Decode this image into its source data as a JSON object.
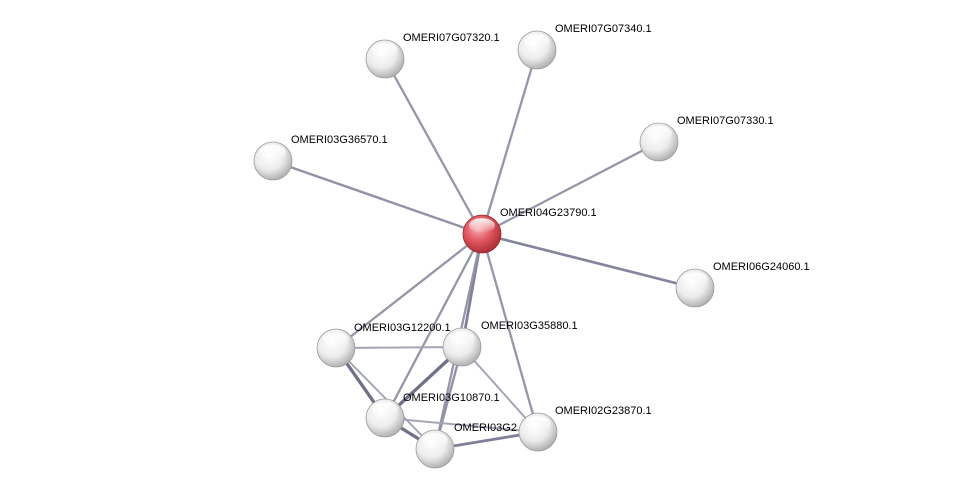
{
  "network": {
    "nodes": [
      {
        "id": "center",
        "label": "OMERI04G23790.1",
        "query": true
      },
      {
        "id": "n07320",
        "label": "OMERI07G07320.1"
      },
      {
        "id": "n07340",
        "label": "OMERI07G07340.1"
      },
      {
        "id": "n07330",
        "label": "OMERI07G07330.1"
      },
      {
        "id": "n36570",
        "label": "OMERI03G36570.1"
      },
      {
        "id": "n24060",
        "label": "OMERI06G24060.1"
      },
      {
        "id": "n12200",
        "label": "OMERI03G12200.1"
      },
      {
        "id": "n35880",
        "label": "OMERI03G35880.1"
      },
      {
        "id": "n10870",
        "label": "OMERI03G10870.1"
      },
      {
        "id": "n2bottom",
        "label": "OMERI03G2"
      },
      {
        "id": "n23870",
        "label": "OMERI02G23870.1"
      }
    ],
    "edges": [
      {
        "from": "center",
        "to": "n07320",
        "weight": 0.35
      },
      {
        "from": "center",
        "to": "n07340",
        "weight": 0.35
      },
      {
        "from": "center",
        "to": "n07330",
        "weight": 0.35
      },
      {
        "from": "center",
        "to": "n36570",
        "weight": 0.4
      },
      {
        "from": "center",
        "to": "n24060",
        "weight": 0.55
      },
      {
        "from": "center",
        "to": "n12200",
        "weight": 0.35
      },
      {
        "from": "center",
        "to": "n35880",
        "weight": 0.6
      },
      {
        "from": "center",
        "to": "n10870",
        "weight": 0.35
      },
      {
        "from": "center",
        "to": "n2bottom",
        "weight": 0.35
      },
      {
        "from": "center",
        "to": "n23870",
        "weight": 0.35
      },
      {
        "from": "n12200",
        "to": "n35880",
        "weight": 0.2
      },
      {
        "from": "n12200",
        "to": "n10870",
        "weight": 0.8
      },
      {
        "from": "n12200",
        "to": "n2bottom",
        "weight": 0.2
      },
      {
        "from": "n35880",
        "to": "n10870",
        "weight": 0.8
      },
      {
        "from": "n35880",
        "to": "n2bottom",
        "weight": 0.4
      },
      {
        "from": "n35880",
        "to": "n23870",
        "weight": 0.2
      },
      {
        "from": "n10870",
        "to": "n2bottom",
        "weight": 0.8
      },
      {
        "from": "n10870",
        "to": "n23870",
        "weight": 0.2
      },
      {
        "from": "n2bottom",
        "to": "n23870",
        "weight": 0.6
      }
    ]
  },
  "colors": {
    "query_node": "#e2555e",
    "node": "#e6e6e6",
    "edge_light": "#b4b4c4",
    "edge_dark": "#5c6078"
  }
}
